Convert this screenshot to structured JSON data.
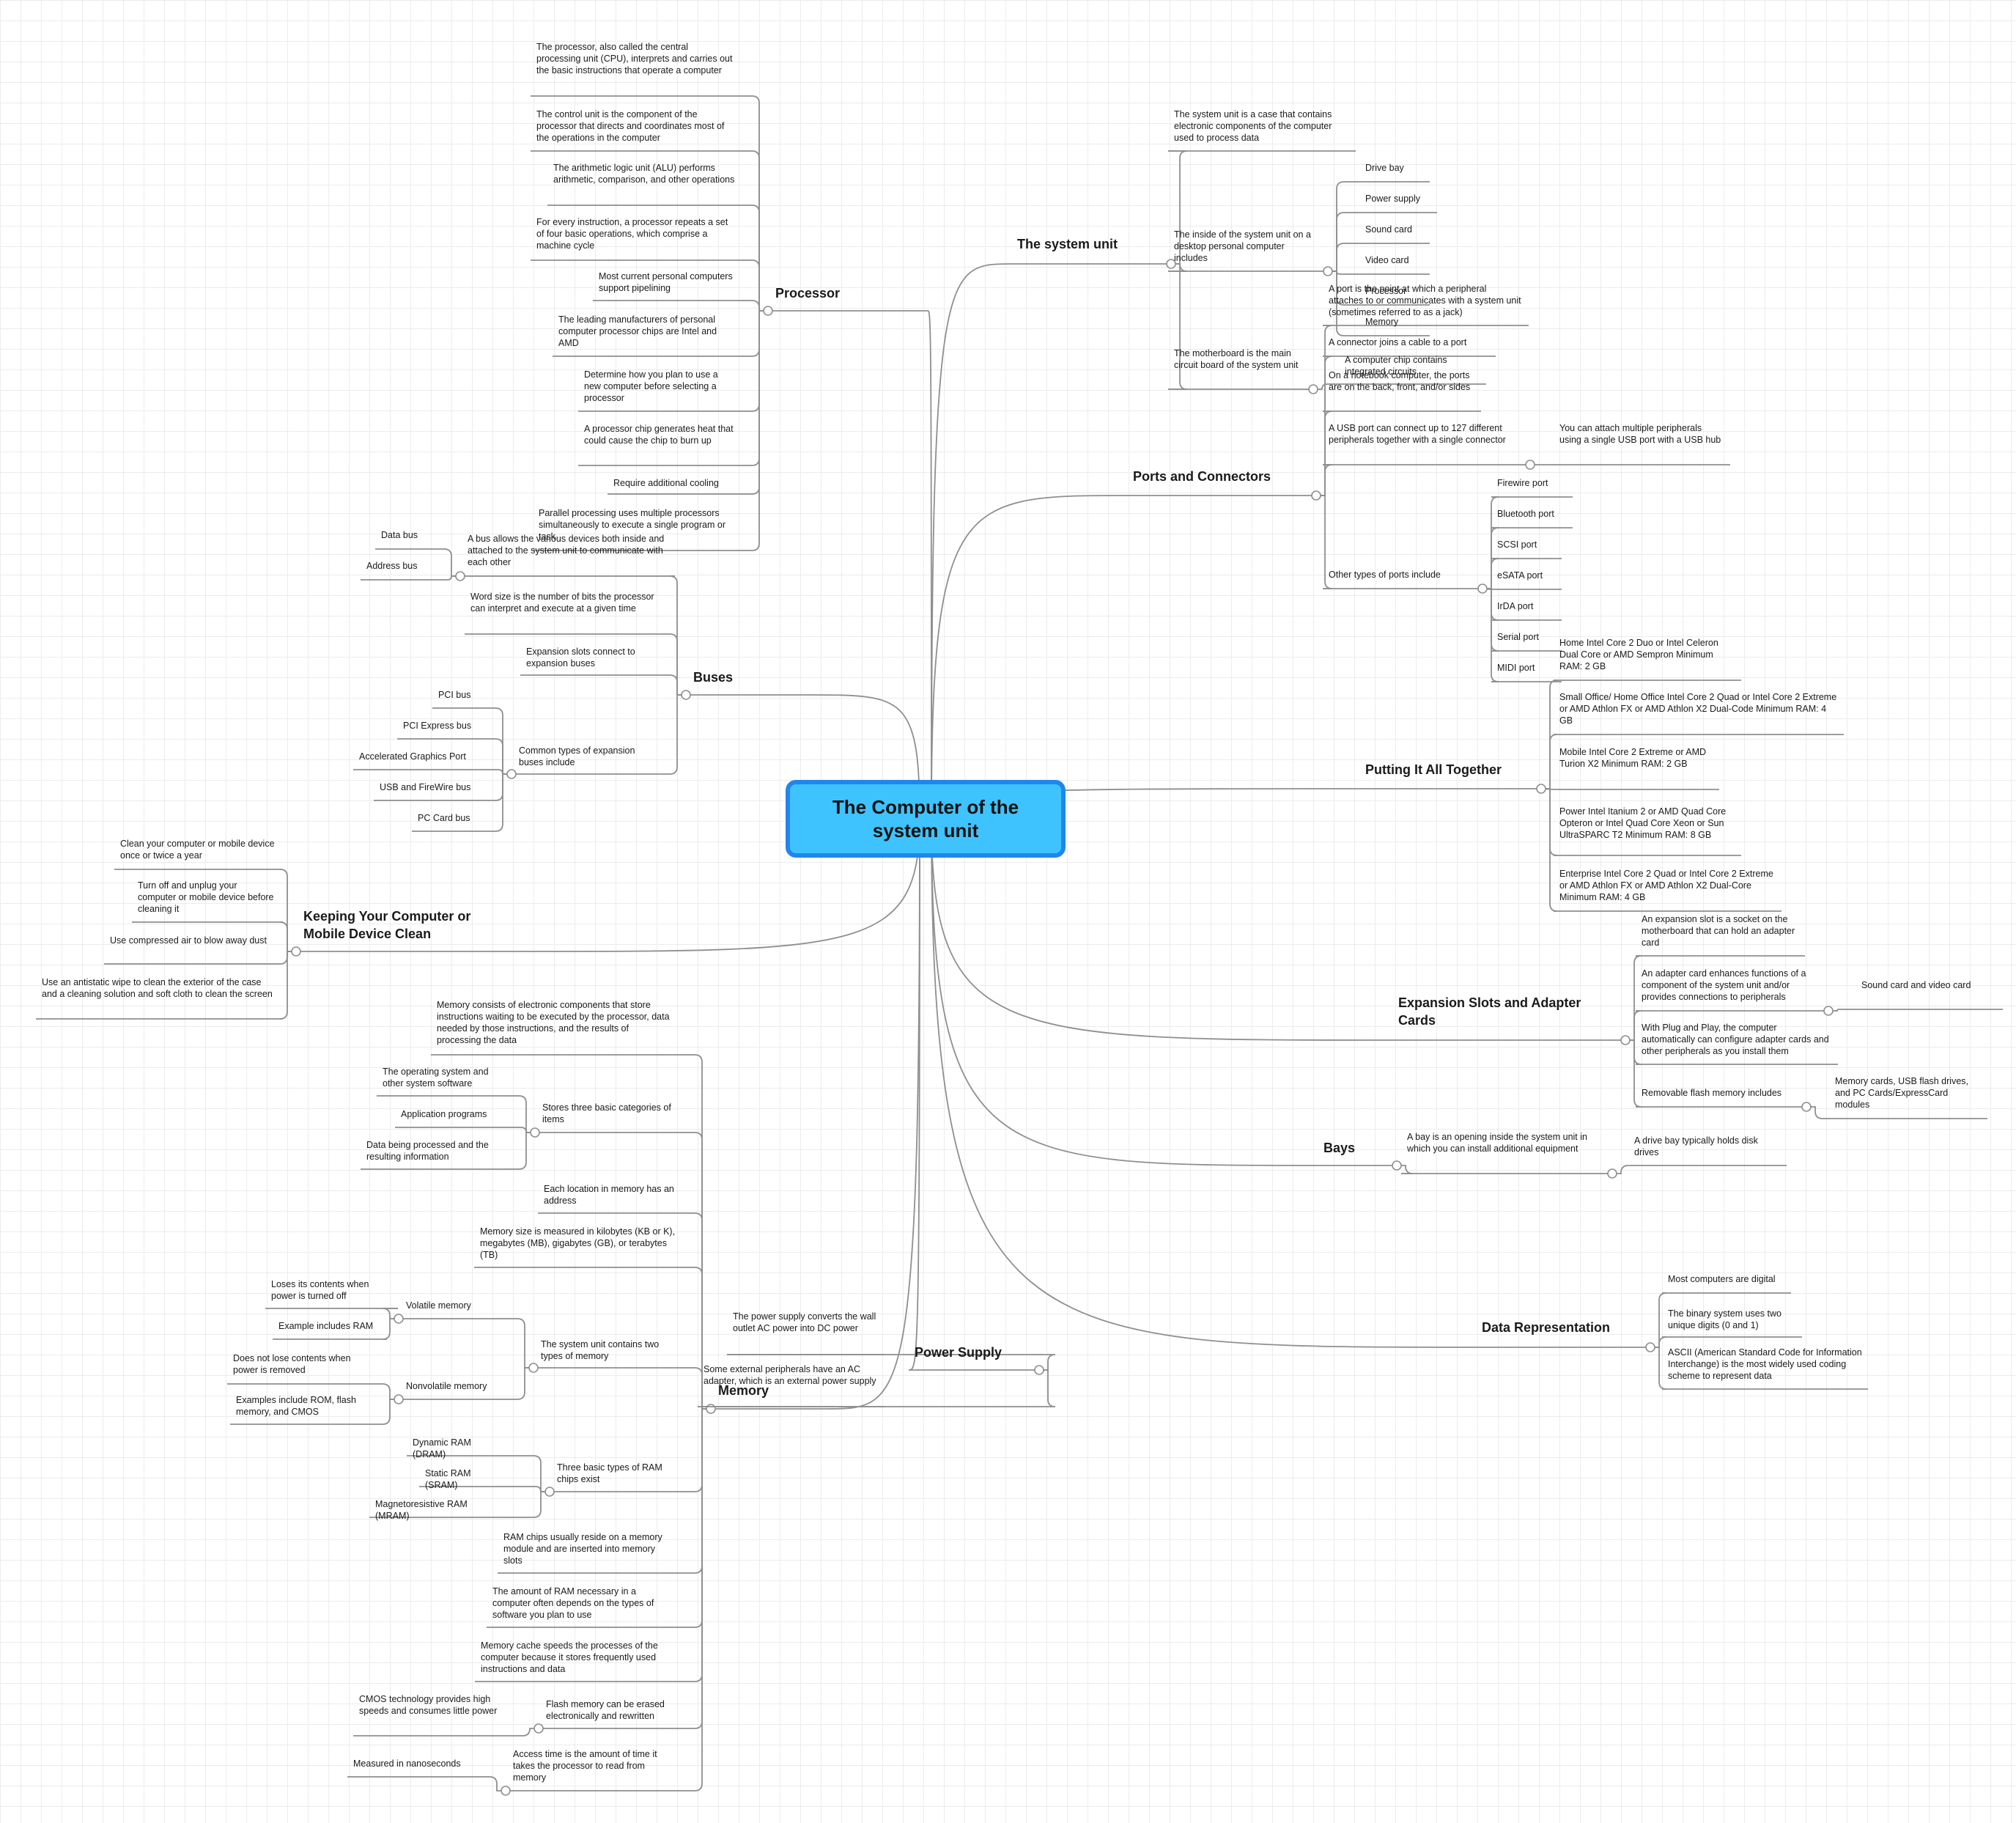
{
  "central": {
    "label": "The Computer of the system unit"
  },
  "colors": {
    "central_fill": "#3ec3ff",
    "central_border": "#1f86f0",
    "connector": "#8f8f8f",
    "grid": "#ececec"
  },
  "labels": {
    "proc": "Processor",
    "p1": "The processor, also called the central processing unit (CPU), interprets and carries out the basic instructions that operate a computer",
    "p2": "The control unit is the component of the processor that directs and coordinates most of the operations in the computer",
    "p3": "The arithmetic logic unit (ALU) performs arithmetic, comparison, and other operations",
    "p4": "For every instruction, a processor repeats a set of four basic operations, which comprise a machine cycle",
    "p5": "Most current personal computers support pipelining",
    "p6": "The leading manufacturers of personal computer processor chips are Intel and AMD",
    "p7": "Determine how you plan to use a new computer before selecting a processor",
    "p8": "A processor chip generates heat that could cause the chip to burn up",
    "p9": "Require additional cooling",
    "p10": "Parallel processing uses multiple processors simultaneously to execute a single program or task",
    "bus": "Buses",
    "b1": "A bus allows the various devices both inside and attached to the system unit to communicate with each other",
    "b1a": "Data bus",
    "b1b": "Address bus",
    "b2": "Word size is the number of bits the processor can interpret and execute at a given time",
    "b3": "Expansion slots connect to expansion buses",
    "b4": "Common types of expansion buses include",
    "b4a": "PCI bus",
    "b4b": "PCI Express bus",
    "b4c": "Accelerated Graphics Port",
    "b4d": "USB and FireWire bus",
    "b4e": "PC Card bus",
    "keep": "Keeping Your Computer or\nMobile Device Clean",
    "k1": "Clean your computer or mobile device once or twice a year",
    "k2": "Turn off and unplug your computer or mobile device before cleaning it",
    "k3": "Use compressed air to blow away dust",
    "k4": "Use an antistatic wipe to clean the exterior of the case and a cleaning solution and soft cloth to clean the screen",
    "mem": "Memory",
    "m1": "Memory consists of electronic components that store instructions waiting to be executed by the processor, data needed by those instructions, and the results of processing the data",
    "m2": "Stores three basic categories of items",
    "m2a": "The operating system and other system software",
    "m2b": "Application programs",
    "m2c": "Data being processed and the resulting information",
    "m3": "Each location in memory has an address",
    "m4": "Memory size is measured in kilobytes (KB or K), megabytes (MB), gigabytes (GB), or terabytes (TB)",
    "m5": "The system unit contains two types of memory",
    "m5a": "Volatile memory",
    "m5a1": "Loses its contents when power is turned off",
    "m5a2": "Example includes RAM",
    "m5b": "Nonvolatile memory",
    "m5b1": "Does not lose contents when power is removed",
    "m5b2": "Examples include ROM, flash memory, and CMOS",
    "m6": "Three basic types of RAM chips exist",
    "m6a": "Dynamic RAM (DRAM)",
    "m6b": "Static RAM (SRAM)",
    "m6c": "Magnetoresistive RAM (MRAM)",
    "m7": "RAM chips usually reside on a memory module and are inserted into memory slots",
    "m8": "The amount of RAM necessary in a computer often depends on the types of software you plan to use",
    "m9": "Memory cache speeds the processes of the computer because it stores frequently used instructions and data",
    "m10": "Flash memory can be erased electronically and rewritten",
    "m10a": "CMOS technology provides high speeds and consumes little power",
    "m11": "Access time is the amount of time it takes the processor to read from memory",
    "m11a": "Measured in nanoseconds",
    "pow": "Power Supply",
    "pw1": "The power supply converts the wall outlet AC power into DC power",
    "pw2": "Some external peripherals have an AC adapter, which is an external power supply",
    "sys": "The system unit",
    "s1": "The system unit is a case that contains electronic components of the computer used to process data",
    "s2": "The inside of the system unit on a desktop personal computer includes",
    "s2a": "Drive bay",
    "s2b": "Power supply",
    "s2c": "Sound card",
    "s2d": "Video card",
    "s2e": "Processor",
    "s2f": "Memory",
    "s3": "The motherboard is the main circuit board of the system unit",
    "s3a": "A computer chip contains integrated circuits",
    "ports": "Ports and Connectors",
    "pt1": "A port is the point at which a peripheral attaches to or communicates with a system unit (sometimes referred to as a jack)",
    "pt2": "A connector joins a cable to a port",
    "pt3": "On a notebook computer, the ports are on the back, front, and/or sides",
    "pt4": "A USB port can connect up to 127 different peripherals together with a single connector",
    "pt4a": "You can attach multiple peripherals using a single USB port with a USB hub",
    "pt5": "Other types of ports include",
    "pt5a": "Firewire port",
    "pt5b": "Bluetooth port",
    "pt5c": "SCSI port",
    "pt5d": "eSATA port",
    "pt5e": "IrDA port",
    "pt5f": "Serial port",
    "pt5g": "MIDI port",
    "put": "Putting It All Together",
    "pa1": "Home Intel Core 2 Duo or Intel Celeron Dual Core or AMD Sempron Minimum RAM: 2 GB",
    "pa2": "Small Office/ Home Office Intel Core 2 Quad or Intel Core 2 Extreme or AMD Athlon FX or AMD Athlon X2 Dual-Code Minimum RAM: 4 GB",
    "pa3": "Mobile Intel Core 2 Extreme or AMD Turion X2 Minimum RAM: 2 GB",
    "pa4": "Power Intel Itanium 2 or AMD Quad Core Opteron or Intel Quad Core Xeon or Sun UltraSPARC T2 Minimum RAM: 8 GB",
    "pa5": "Enterprise Intel Core 2 Quad or Intel Core 2 Extreme or AMD Athlon FX or AMD Athlon X2 Dual-Core Minimum RAM: 4 GB",
    "exp": "Expansion Slots and Adapter\nCards",
    "e1": "An expansion slot is a socket on the motherboard that can hold an adapter card",
    "e2": "An adapter card enhances functions of a component of the system unit and/or provides connections to peripherals",
    "e2a": "Sound card and video card",
    "e3": "With Plug and Play, the computer automatically can configure adapter cards and other peripherals as you install them",
    "e4": "Removable flash memory includes",
    "e4a": "Memory cards, USB flash drives, and PC Cards/ExpressCard modules",
    "bays": "Bays",
    "by1": "A bay is an opening inside the system unit in which you can install additional equipment",
    "by1a": "A drive bay typically holds disk drives",
    "data": "Data Representation",
    "d1": "Most computers are digital",
    "d2": "The binary system uses two unique digits (0 and 1)",
    "d3": "ASCII (American Standard Code for Information Interchange) is the most widely used coding scheme to represent data"
  }
}
